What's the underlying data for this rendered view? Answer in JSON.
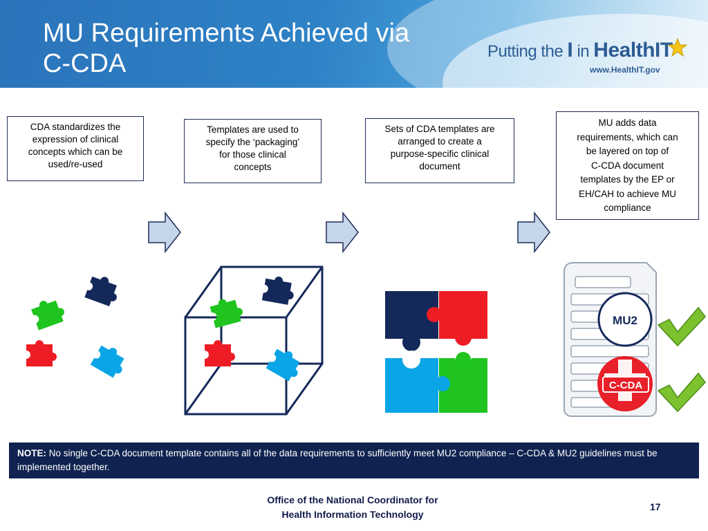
{
  "header": {
    "title_line1": "MU Requirements Achieved via",
    "title_line2": "C-CDA",
    "logo_putting": "Putting the",
    "logo_i": "I",
    "logo_in": "in",
    "logo_health": "Health",
    "logo_it": "IT",
    "logo_url": "www.HealthIT.gov"
  },
  "steps": [
    {
      "lines": [
        "CDA standardizes the",
        "expression of clinical",
        "concepts which can be",
        "used/re-used"
      ]
    },
    {
      "lines": [
        "Templates are used to",
        "specify the  ‘packaging’",
        "for those clinical",
        "concepts"
      ]
    },
    {
      "lines": [
        "Sets of CDA templates are",
        "arranged to create a",
        "purpose-specific clinical",
        "document"
      ]
    },
    {
      "lines": [
        "MU adds data",
        "requirements, which can",
        "be layered on top of",
        "C-CDA document",
        "templates by the EP or",
        "EH/CAH to achieve MU",
        "compliance"
      ]
    }
  ],
  "badges": {
    "mu2": "MU2",
    "ccda": "C-CDA"
  },
  "colors": {
    "navy": "#14285a",
    "red": "#ee1c24",
    "green": "#1fc41f",
    "blue": "#0aa5e6",
    "header": "#2f82c6"
  },
  "note": {
    "label": "NOTE:",
    "text": " No single C-CDA document template contains all of the data requirements to sufficiently meet MU2 compliance – C-CDA & MU2 guidelines must be implemented together."
  },
  "footer": {
    "line1": "Office of the National Coordinator for",
    "line2": "Health Information Technology",
    "page_number": "17"
  }
}
